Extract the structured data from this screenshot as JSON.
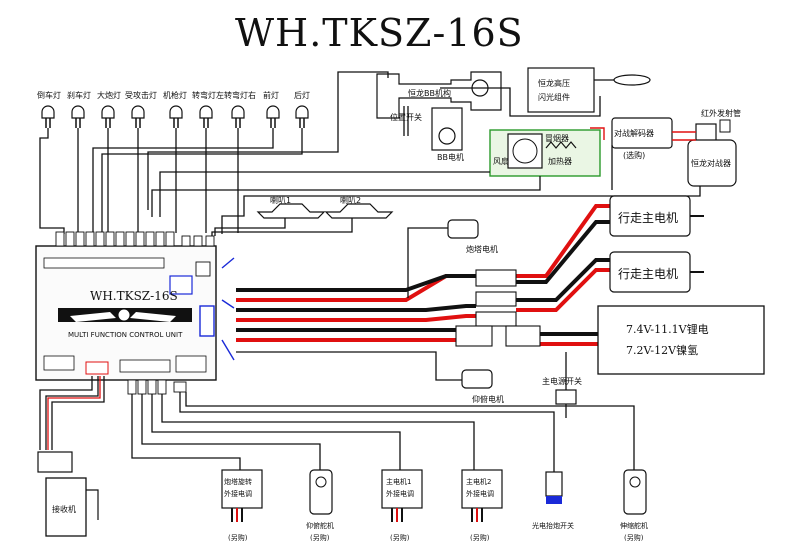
{
  "title": "WH.TKSZ-16S",
  "lights": [
    "倒车灯",
    "刹车灯",
    "大炮灯",
    "受攻击灯",
    "机枪灯",
    "转弯灯左",
    "转弯灯右",
    "前灯",
    "后灯"
  ],
  "controller": {
    "name": "WH.TKSZ-16S",
    "subtitle": "MULTI FUNCTION CONTROL UNIT"
  },
  "top_components": {
    "bb_unit": "恒龙BB机构",
    "position_switch": "位置开关",
    "bb_motor": "BB电机",
    "flash_unit": [
      "恒龙高压",
      "闪光组件"
    ],
    "smoke_unit": "冒烟器",
    "fan": "风扇",
    "heater": "加热器",
    "ir_emitter": "红外发射管",
    "battle_decoder": "对战解码器",
    "battle_decoder_note": "(选购)",
    "battle_unit": "恒龙对战器"
  },
  "speakers": [
    "喇叭1",
    "喇叭2"
  ],
  "turret_motor": "炮塔电机",
  "drive_motors": [
    "行走主电机",
    "行走主电机"
  ],
  "battery": [
    "7.4V-11.1V锂电",
    "7.2V-12V镍氢"
  ],
  "elevation_motor": "仰俯电机",
  "main_switch": "主电源开关",
  "receiver": "接收机",
  "bottom_components": [
    {
      "label": [
        "炮塔旋转",
        "外接电调"
      ],
      "note": "(另购)"
    },
    {
      "label": [
        "仰俯舵机"
      ],
      "note": "(另购)"
    },
    {
      "label": [
        "主电机1",
        "外接电调"
      ],
      "note": "(另购)"
    },
    {
      "label": [
        "主电机2",
        "外接电调"
      ],
      "note": "(另购)"
    },
    {
      "label": [
        "光电抬炮开关"
      ],
      "note": ""
    },
    {
      "label": [
        "伸缩舵机"
      ],
      "note": "(另购)"
    }
  ],
  "colors": {
    "red": "#e01010",
    "black": "#111111",
    "green": "#2a9a2a",
    "blue": "#1a2ad8"
  }
}
